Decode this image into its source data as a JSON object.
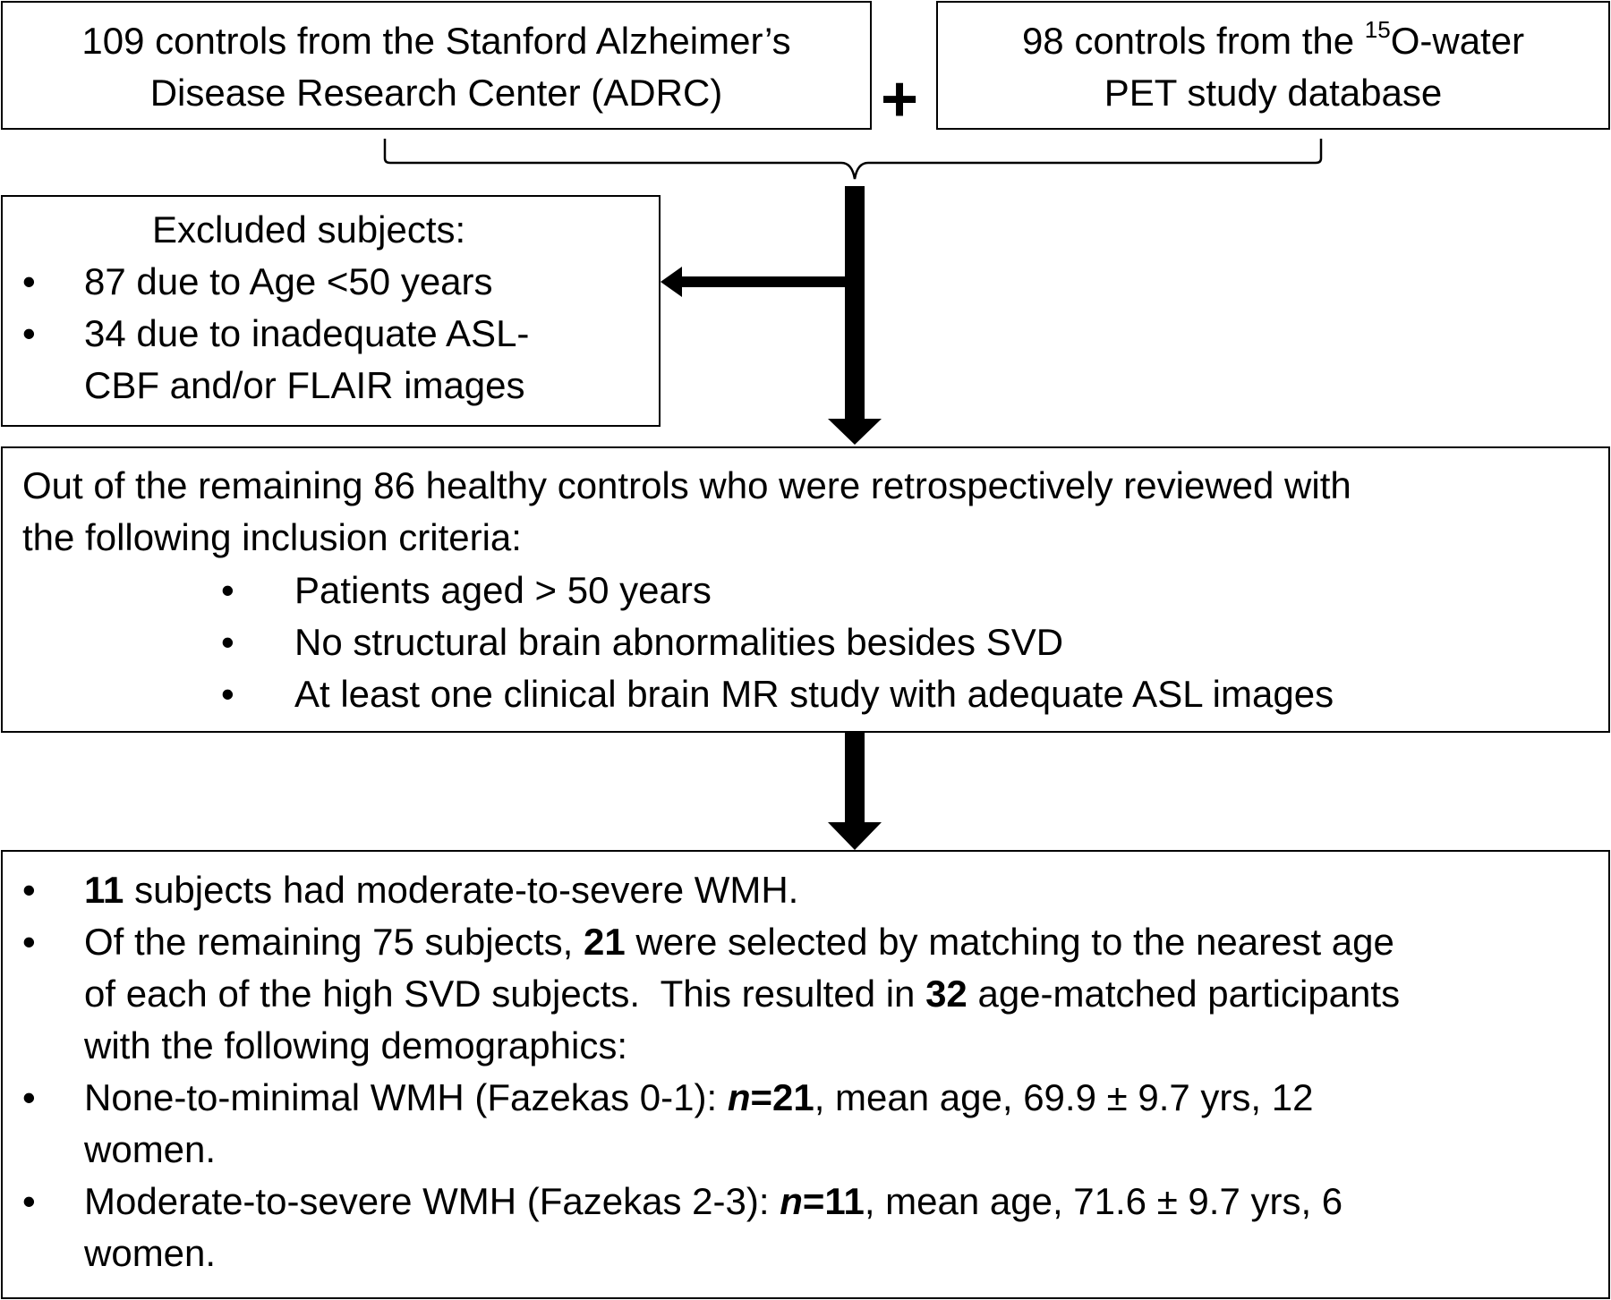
{
  "source_left": {
    "line1": "109 controls from the Stanford Alzheimer’s",
    "line2": "Disease Research Center (ADRC)"
  },
  "plus_sign": "+",
  "source_right": {
    "line1_pre": "98 controls from the ",
    "line1_sup": "15",
    "line1_post": "O-water",
    "line2": "PET study database"
  },
  "excluded": {
    "title": "Excluded subjects:",
    "bullet_char": "•",
    "item1": "87 due to Age <50 years",
    "item2_line1": "34 due to inadequate ASL-",
    "item2_line2": "CBF and/or FLAIR images"
  },
  "inclusion": {
    "intro_line1": "Out of the remaining 86 healthy controls who were retrospectively reviewed with",
    "intro_line2": "the following inclusion criteria:",
    "bullet_char": "•",
    "criteria": [
      "Patients aged > 50 years",
      "No structural brain abnormalities besides SVD",
      "At least one clinical brain MR study with adequate ASL images"
    ]
  },
  "results": {
    "bullet_char": "•",
    "b1_num": "11",
    "b1_text": " subjects had moderate-to-severe WMH.",
    "b2_l1_pre": "Of the remaining 75 subjects, ",
    "b2_l1_num": "21",
    "b2_l1_post": " were selected by matching to the nearest age",
    "b2_l2_pre": "of each of the high SVD subjects.  This resulted in ",
    "b2_l2_num": "32",
    "b2_l2_post": " age-matched participants",
    "b2_l3": "with the following demographics:",
    "b3_pre": "None-to-minimal WMH (Fazekas 0-1): ",
    "b3_n_label": "n",
    "b3_n_value": "=21",
    "b3_post": ", mean age, 69.9 ± 9.7 yrs, 12",
    "b3_l2": "women.",
    "b4_pre": "Moderate-to-severe WMH (Fazekas 2-3): ",
    "b4_n_label": "n",
    "b4_n_value": "=11",
    "b4_post": ", mean age, 71.6 ± 9.7 yrs, 6",
    "b4_l2": "women."
  },
  "colors": {
    "line": "#000000",
    "background": "#ffffff"
  }
}
